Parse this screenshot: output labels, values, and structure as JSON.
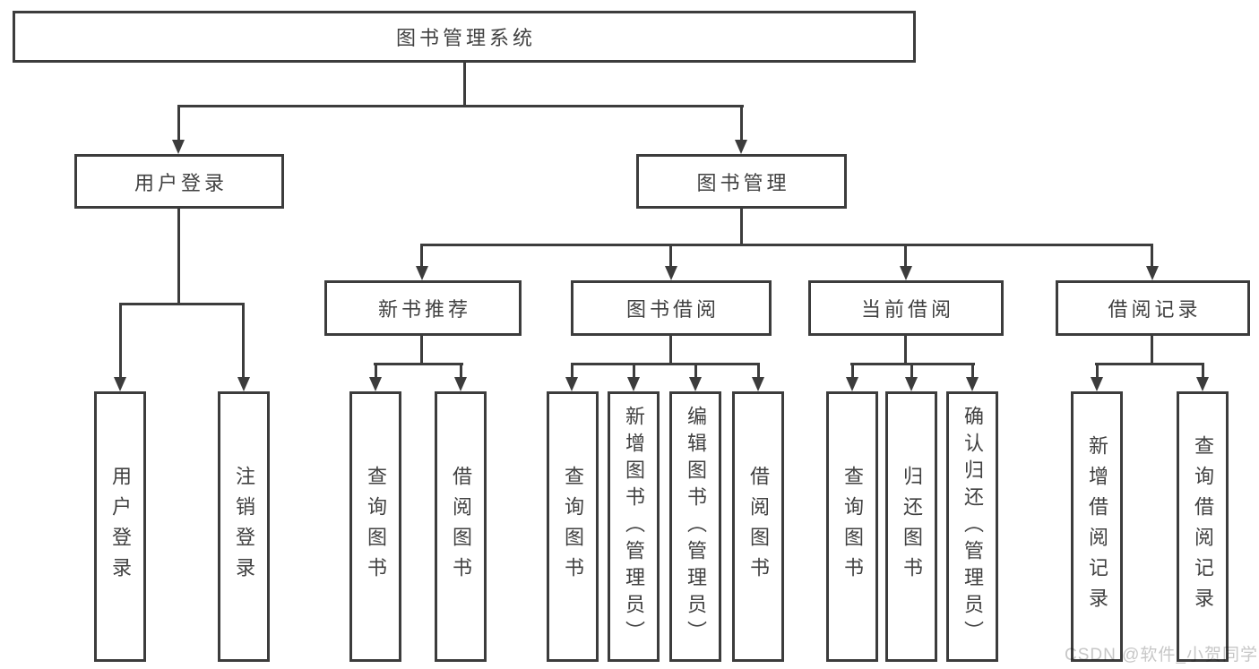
{
  "diagram": {
    "title": "图书管理系统",
    "level2": [
      {
        "label": "用户登录"
      },
      {
        "label": "图书管理"
      }
    ],
    "level3": [
      {
        "label": "新书推荐"
      },
      {
        "label": "图书借阅"
      },
      {
        "label": "当前借阅"
      },
      {
        "label": "借阅记录"
      }
    ],
    "leaves": {
      "user_login": [
        "用户登录",
        "注销登录"
      ],
      "new_book_rec": [
        "查询图书",
        "借阅图书"
      ],
      "book_borrow": [
        "查询图书",
        "新增图书（管理员）",
        "编辑图书（管理员）",
        "借阅图书"
      ],
      "current_borrow": [
        "查询图书",
        "归还图书",
        "确认归还（管理员）"
      ],
      "borrow_record": [
        "新增借阅记录",
        "查询借阅记录"
      ]
    }
  },
  "watermark": {
    "text": "CSDN @软件_小贺同学",
    "color": "#c7c7c7"
  },
  "colors": {
    "line": "#3c3c3c",
    "text": "#414141",
    "background": "#ffffff"
  }
}
